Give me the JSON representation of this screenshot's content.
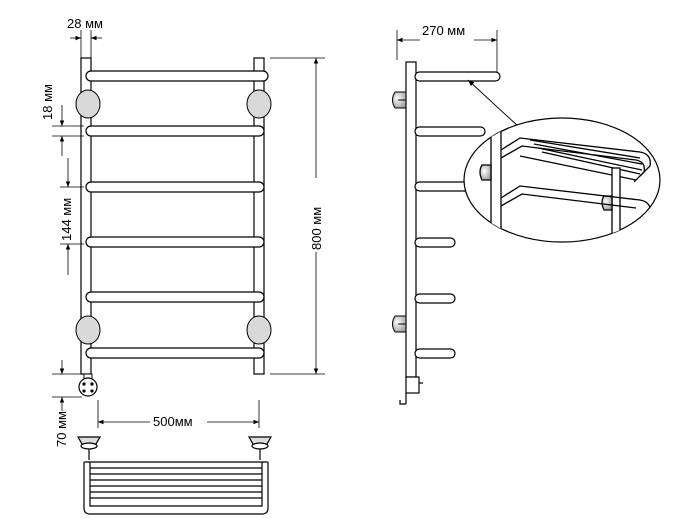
{
  "dimensions": {
    "tube_diameter": "28 мм",
    "rung_gap": "18 мм",
    "section_height": "144 мм",
    "total_height": "800 мм",
    "width": "500мм",
    "heater_height": "70 мм",
    "depth": "270 мм"
  },
  "colors": {
    "line": "#000000",
    "fill_light": "#ffffff",
    "fill_gray": "#d9d9d9"
  }
}
